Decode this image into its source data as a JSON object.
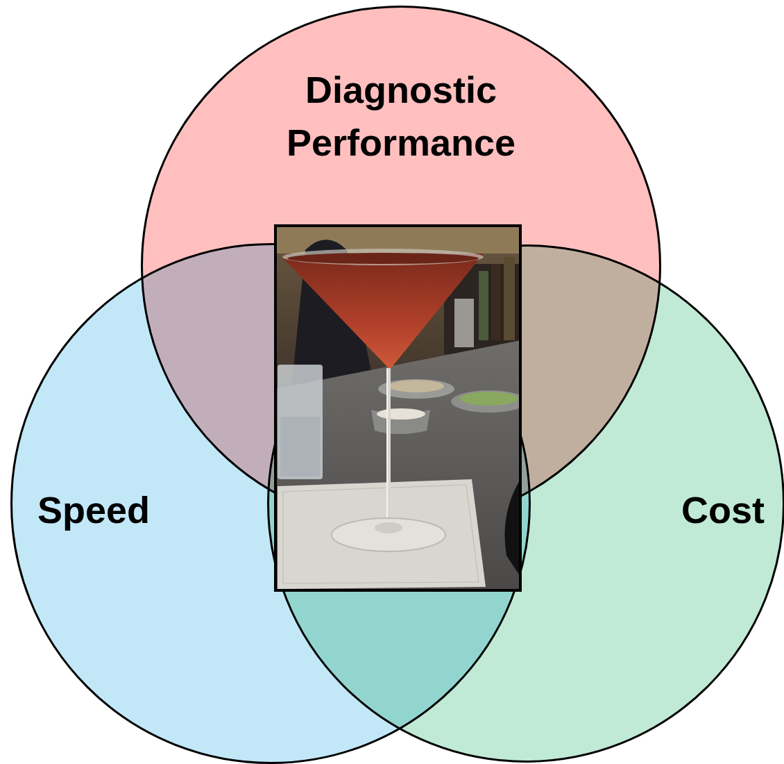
{
  "diagram": {
    "nodes": [
      {
        "text": [
          "Diagnostic Performance"
        ]
      },
      {
        "text": [
          "Speed"
        ]
      },
      {
        "text": [
          "Cost"
        ]
      }
    ]
  }
}
